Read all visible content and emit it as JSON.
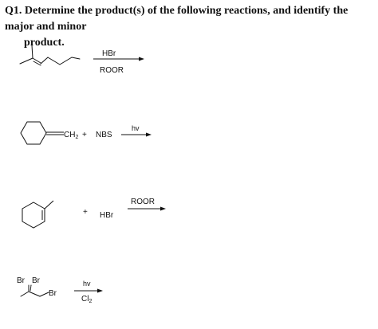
{
  "question": {
    "label": "Q1.",
    "text_line1": "Determine the product(s) of the following reactions, and identify the major and minor",
    "text_line2": "product."
  },
  "reactions": [
    {
      "reagent_above": "HBr",
      "reagent_below": "ROOR"
    },
    {
      "substituent": "CH",
      "substituent_subscript": "2",
      "plus": "+",
      "co_reactant": "NBS",
      "reagent_above": "hv"
    },
    {
      "plus": "+",
      "co_reactant": "HBr",
      "reagent_above": "ROOR"
    },
    {
      "atom_label_1": "Br",
      "atom_label_2": "Br",
      "atom_label_3": "Br",
      "reagent_above": "hv",
      "reagent_below": "Cl",
      "reagent_below_subscript": "2"
    }
  ]
}
